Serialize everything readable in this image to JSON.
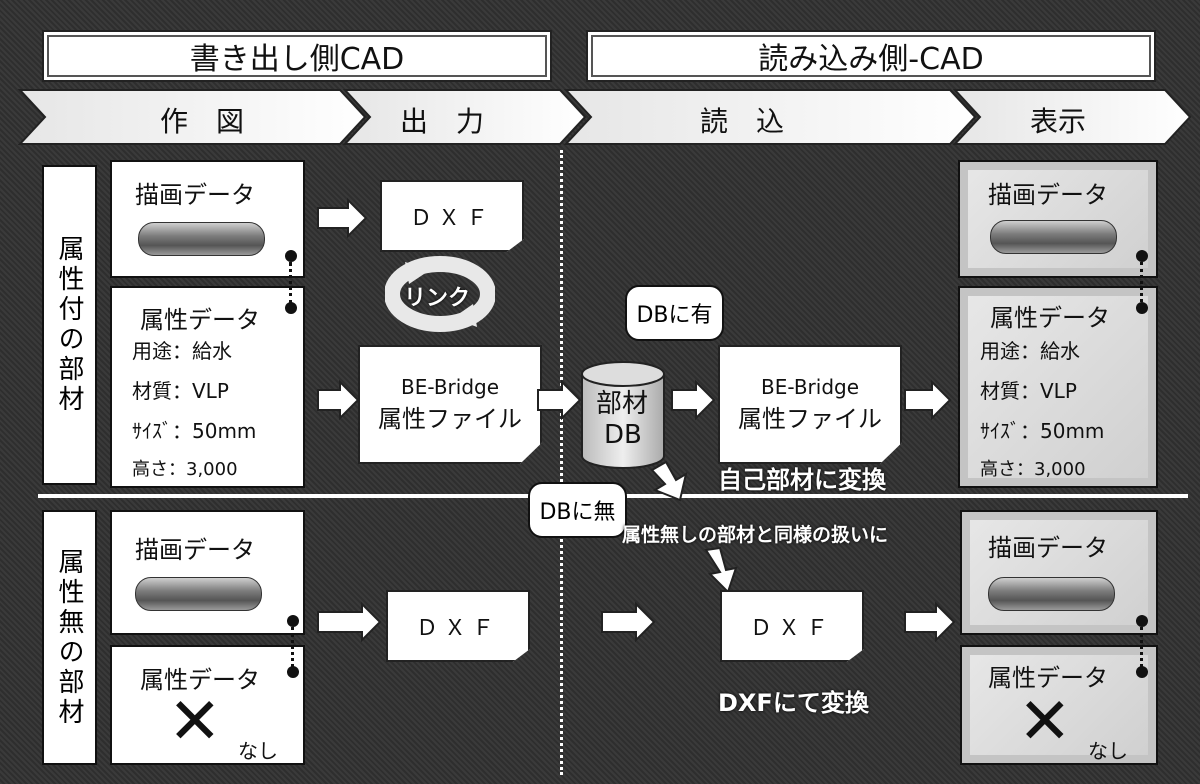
{
  "header": {
    "left": "書き出し側CAD",
    "right": "読み込み側-CAD"
  },
  "steps": [
    "作　図",
    "出　力",
    "読　込",
    "表示"
  ],
  "rows": {
    "with_attr_label": "属性付の部材",
    "without_attr_label": "属性無の部材"
  },
  "draw_data": "描画データ",
  "attr_data": "属性データ",
  "attrs": [
    "用途：給水",
    "材質：VLP",
    "ｻｲｽﾞ：50mm",
    "高さ：3,000"
  ],
  "none_label": "なし",
  "dxf": "ＤＸＦ",
  "link": "リンク",
  "be_bridge": "BE-Bridge",
  "attr_file": "属性ファイル",
  "db_label_1": "部材",
  "db_label_2": "DB",
  "db_yes": "DBに有",
  "db_no": "DBに無",
  "convert_self": "自己部材に変換",
  "treat_as_none": "属性無しの部材と同様の扱いに",
  "convert_dxf": "DXFにて変換",
  "colors": {
    "background": "#333333",
    "panel": "#ffffff"
  }
}
